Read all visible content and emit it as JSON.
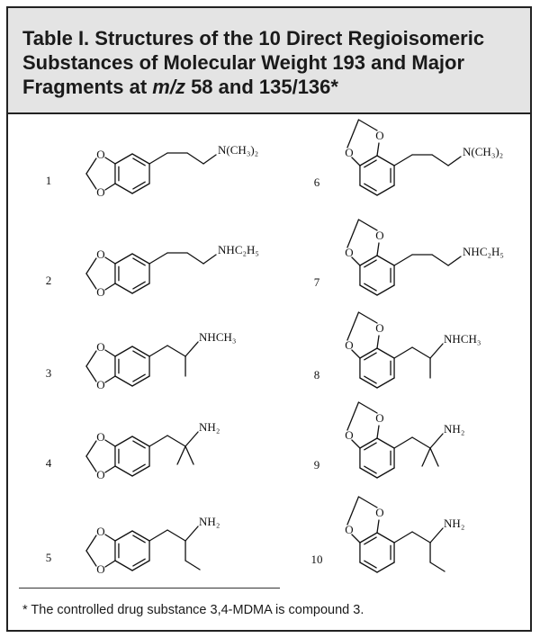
{
  "table": {
    "title_lines": [
      "Table I. Structures of the 10 Direct Regioisomeric",
      "Substances of Molecular Weight 193 and Major"
    ],
    "title_line3_prefix": "Fragments at ",
    "title_line3_italic": "m/z",
    "title_line3_suffix": " 58 and 135/136*",
    "footnote": "* The controlled drug substance 3,4-MDMA is compound 3."
  },
  "compounds": [
    {
      "number": "1",
      "pattern": "34",
      "side": "ethyl",
      "amine": "N(CH₃)₂"
    },
    {
      "number": "2",
      "pattern": "34",
      "side": "ethyl",
      "amine": "NHC₂H₅"
    },
    {
      "number": "3",
      "pattern": "34",
      "side": "propyl",
      "amine": "NHCH₃"
    },
    {
      "number": "4",
      "pattern": "34",
      "side": "dimethyl",
      "amine": "NH₂"
    },
    {
      "number": "5",
      "pattern": "34",
      "side": "butyl",
      "amine": "NH₂"
    },
    {
      "number": "6",
      "pattern": "23",
      "side": "ethyl",
      "amine": "N(CH₃)₂"
    },
    {
      "number": "7",
      "pattern": "23",
      "side": "ethyl",
      "amine": "NHC₂H₅"
    },
    {
      "number": "8",
      "pattern": "23",
      "side": "propyl",
      "amine": "NHCH₃"
    },
    {
      "number": "9",
      "pattern": "23",
      "side": "dimethyl",
      "amine": "NH₂"
    },
    {
      "number": "10",
      "pattern": "23",
      "side": "butyl",
      "amine": "NH₂"
    }
  ],
  "atom_labels": {
    "oxygen": "O"
  }
}
